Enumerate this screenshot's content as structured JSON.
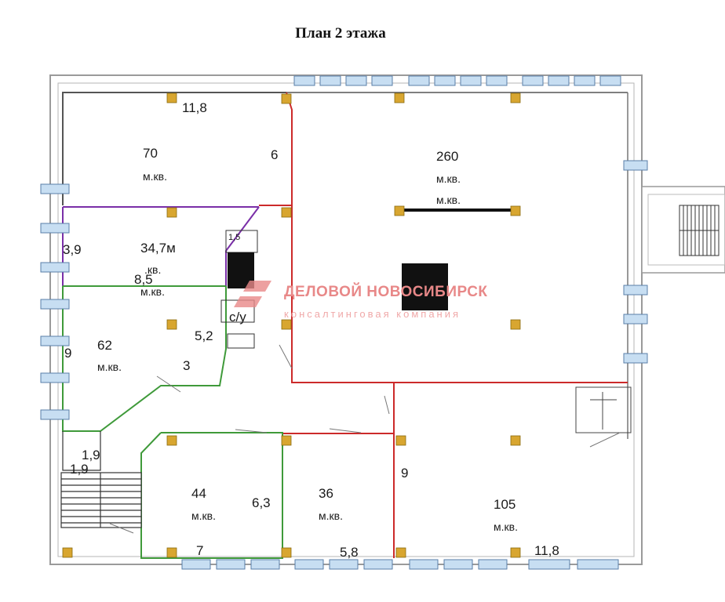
{
  "title": "План 2 этажа",
  "colors": {
    "wall": "#9a9a9a",
    "window": "#c7def2",
    "window_border": "#5a7fa8",
    "column": "#d8a630",
    "red_partition": "#cc2a2a",
    "purple_partition": "#7a2fa8",
    "green_partition": "#3f9a3a"
  },
  "rooms": [
    {
      "id": "r70",
      "area": "70",
      "unit": "м.кв."
    },
    {
      "id": "r260",
      "area": "260",
      "unit": "м.кв.",
      "unit2": "м.кв."
    },
    {
      "id": "r34",
      "area": "34,7м",
      "unit": ".кв."
    },
    {
      "id": "r8",
      "area": "8,5",
      "unit": "м.кв."
    },
    {
      "id": "r62",
      "area": "62",
      "unit": "м.кв."
    },
    {
      "id": "r1_5",
      "area": "1,5"
    },
    {
      "id": "r44",
      "area": "44",
      "unit": "м.кв."
    },
    {
      "id": "r36",
      "area": "36",
      "unit": "м.кв."
    },
    {
      "id": "r105",
      "area": "105",
      "unit": "м.кв."
    }
  ],
  "wc_label": "с/у",
  "dimensions": [
    "11,8",
    "6",
    "3,9",
    "9",
    "5,2",
    "3",
    "1,9",
    "1,9",
    "6,3",
    "7",
    "5,8",
    "9",
    "11,8"
  ],
  "watermark": {
    "name": "ДЕЛОВОЙ НОВОСИБИРСК",
    "tagline": "консалтинговая компания"
  }
}
